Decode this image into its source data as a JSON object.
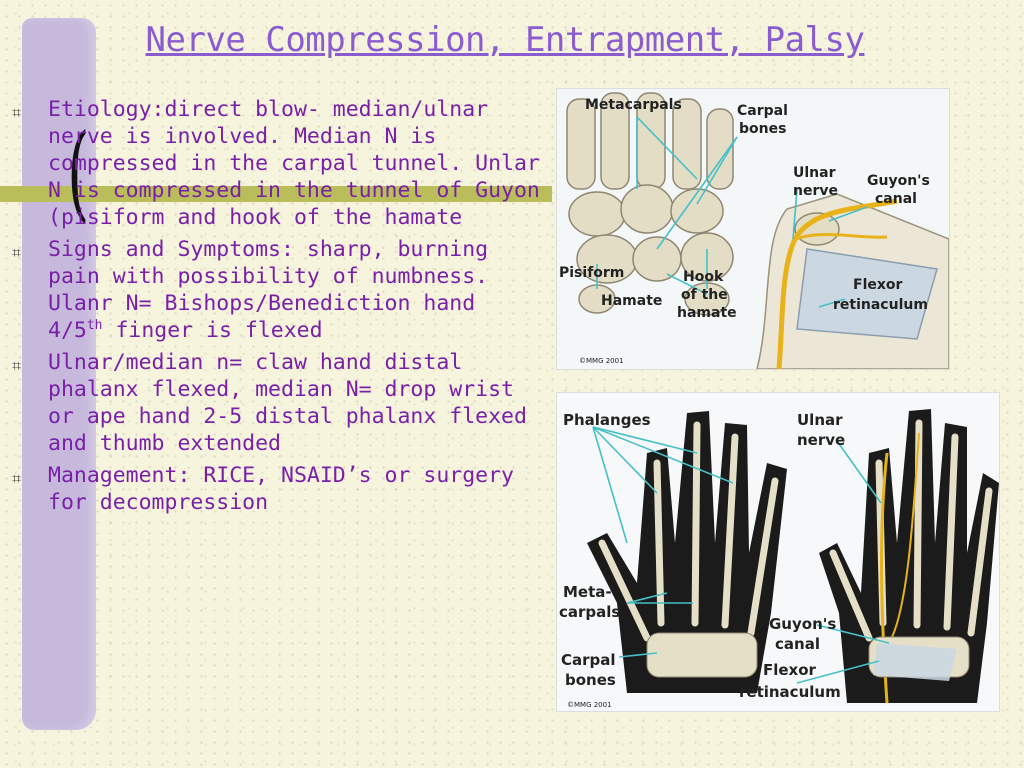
{
  "slide": {
    "title": "Nerve Compression, Entrapment, Palsy",
    "bullets": [
      {
        "text": "Etiology:direct blow- median/ulnar nerve is involved.  Median N is compressed in the carpal tunnel.  Unlar N is compressed in the tunnel of Guyon (pisiform and hook of the hamate"
      },
      {
        "text_before": "Signs and Symptoms: sharp, burning pain with possibility of numbness.  Ulanr N= Bishops/Benediction hand 4/5",
        "sup": "th",
        "text_after": " finger is flexed"
      },
      {
        "text": "Ulnar/median n= claw hand distal phalanx flexed, median N= drop wrist or ape hand 2-5 distal phalanx flexed and thumb extended"
      },
      {
        "text": "Management: RICE, NSAID’s or surgery for decompression"
      }
    ]
  },
  "figure_wrist": {
    "labels": {
      "metacarpals": "Metacarpals",
      "carpal_1": "Carpal",
      "carpal_2": "bones",
      "ulnar_1": "Ulnar",
      "ulnar_2": "nerve",
      "guyon_1": "Guyon's",
      "guyon_2": "canal",
      "pisiform": "Pisiform",
      "hook_1": "Hook",
      "hook_2": "of the",
      "hook_3": "hamate",
      "hamate": "Hamate",
      "flexor_1": "Flexor",
      "flexor_2": "retinaculum",
      "copyright": "©MMG 2001"
    }
  },
  "figure_hand": {
    "labels": {
      "phalanges": "Phalanges",
      "ulnar_1": "Ulnar",
      "ulnar_2": "nerve",
      "meta_1": "Meta-",
      "meta_2": "carpals",
      "guyon_1": "Guyon's",
      "guyon_2": "canal",
      "carpal_1": "Carpal",
      "carpal_2": "bones",
      "flexor_1": "Flexor",
      "flexor_2": "retinaculum",
      "copyright": "©MMG 2001"
    }
  },
  "colors": {
    "title": "#8a5cd0",
    "body_text": "#7a1fa8",
    "accent_strip": "#c6b9dc",
    "green_band": "#b9be5a",
    "nerve": "#e8b21a",
    "leader_line": "#46c0c8"
  }
}
